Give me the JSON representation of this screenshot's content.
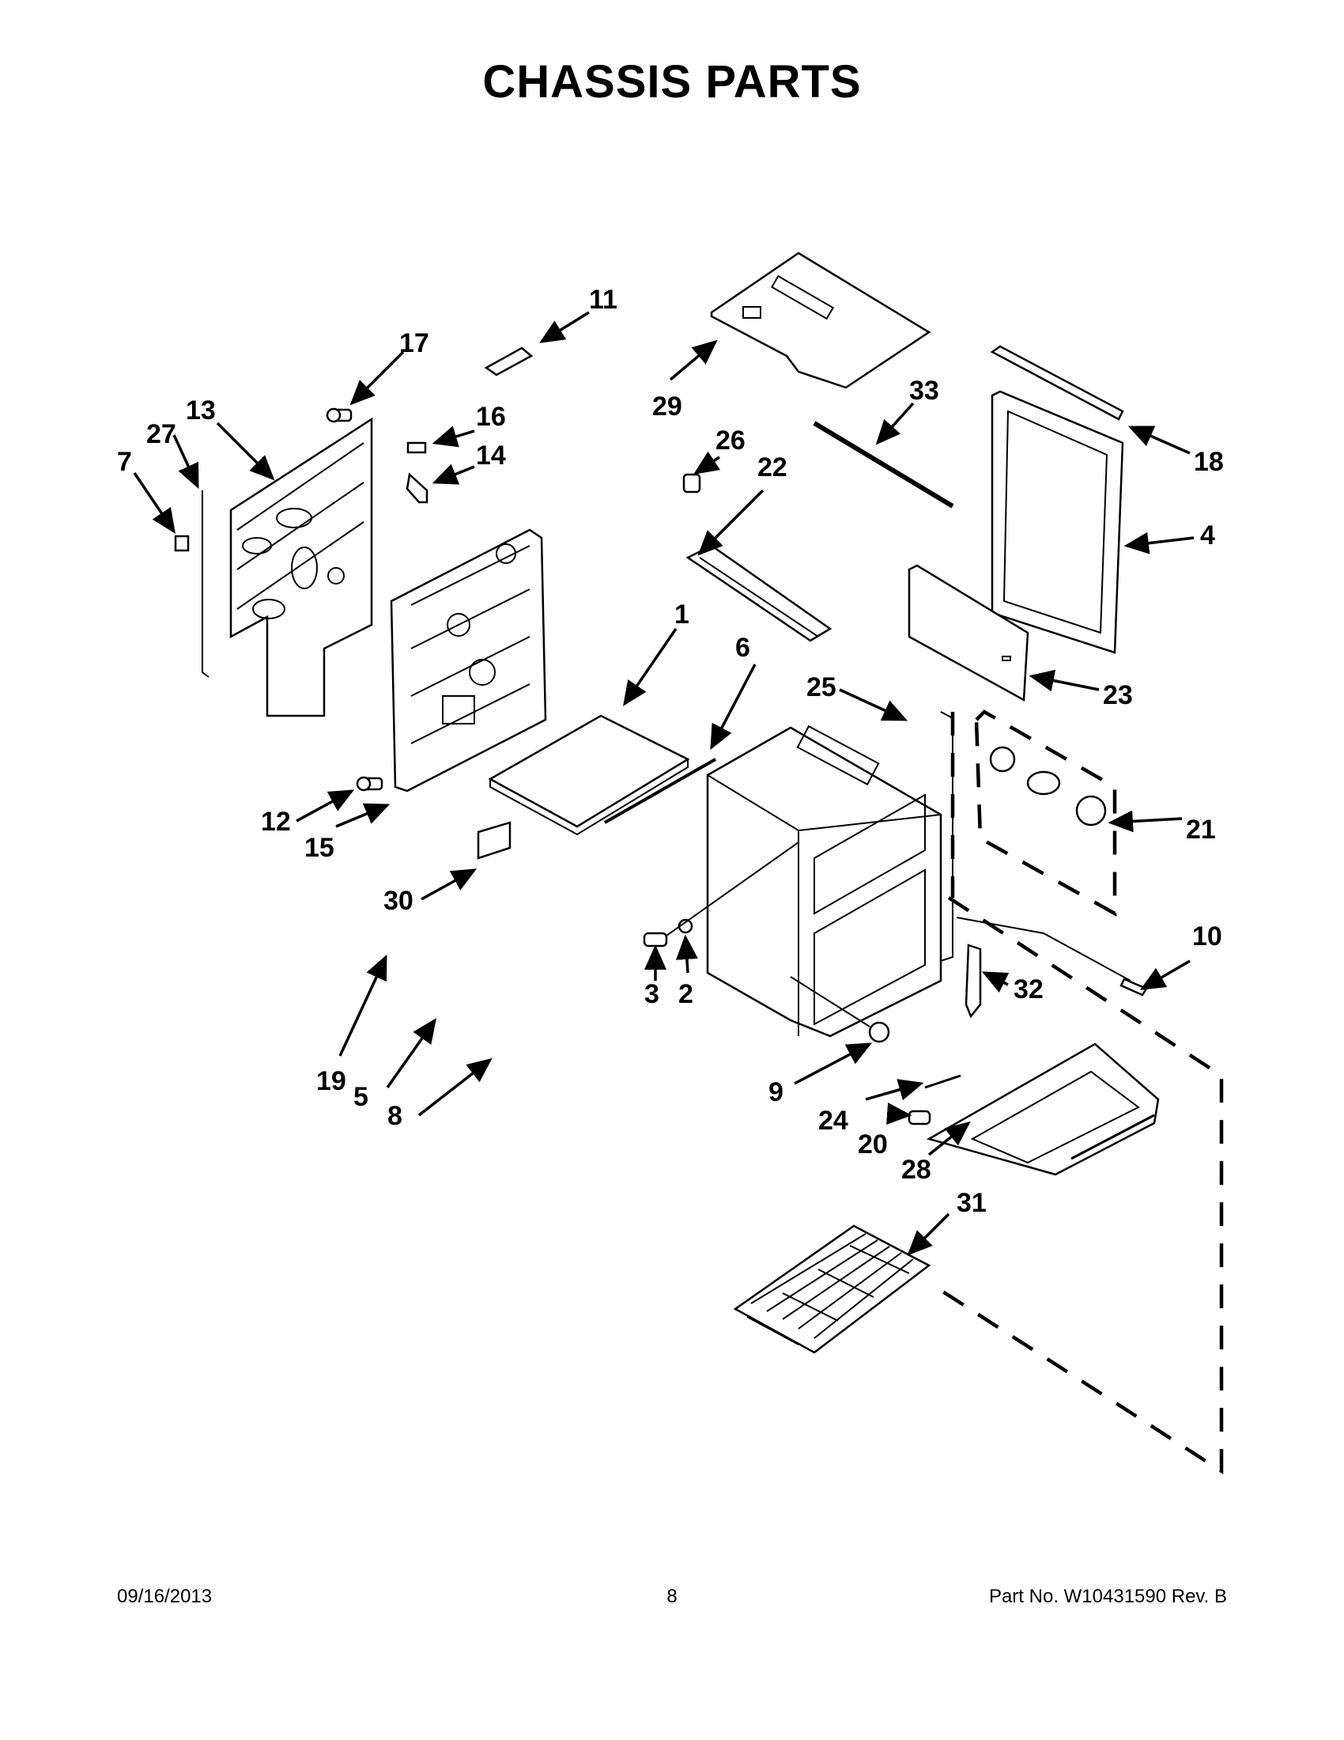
{
  "title": "CHASSIS PARTS",
  "footer": {
    "date": "09/16/2013",
    "page": "8",
    "part_no": "Part No.  W10431590  Rev.  B"
  },
  "callouts": [
    "1",
    "2",
    "3",
    "4",
    "5",
    "6",
    "7",
    "8",
    "9",
    "10",
    "11",
    "12",
    "13",
    "14",
    "15",
    "16",
    "17",
    "18",
    "19",
    "20",
    "21",
    "22",
    "23",
    "24",
    "25",
    "26",
    "27",
    "28",
    "29",
    "30",
    "31",
    "32",
    "33"
  ]
}
